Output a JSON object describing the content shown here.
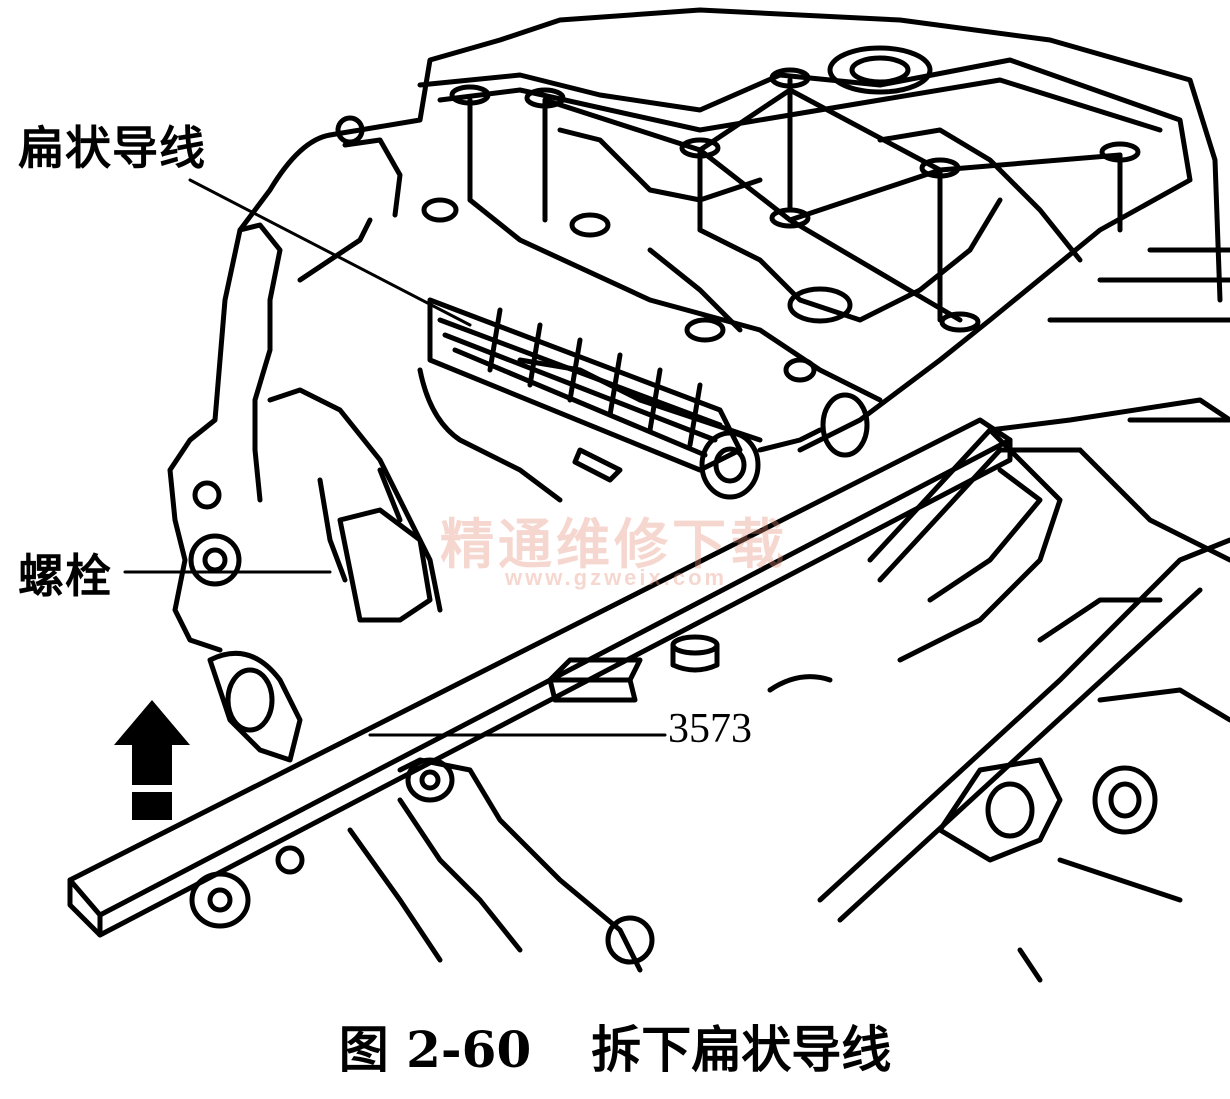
{
  "labels": {
    "fan_wire": "扁状导线",
    "bolt": "螺栓",
    "tool_number": "3573"
  },
  "watermark": {
    "text": "精通维修下载",
    "url": "www.gzweix.com"
  },
  "caption": {
    "figure_number": "图 2-60",
    "title": "拆下扁状导线"
  },
  "icons": [
    "up-arrow-icon"
  ],
  "colors": {
    "ink": "#000000",
    "background": "#ffffff",
    "watermark": "#e68c78"
  }
}
